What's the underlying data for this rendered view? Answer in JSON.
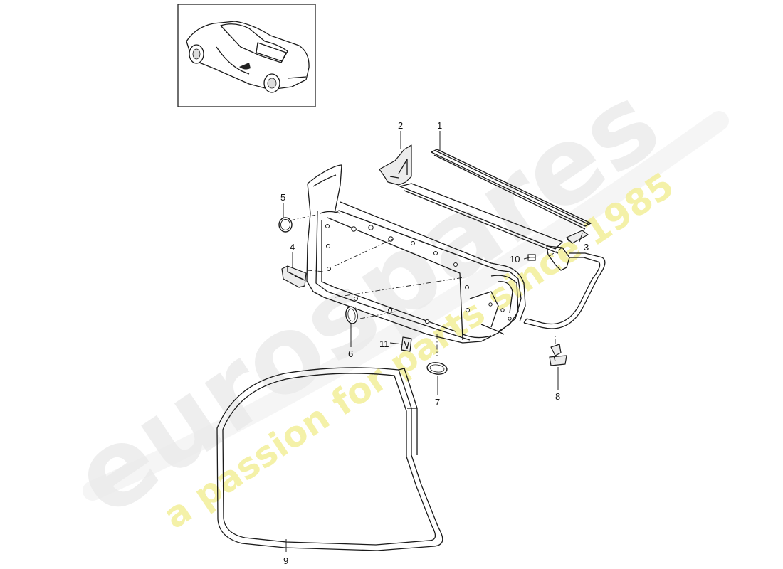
{
  "watermark": {
    "brand": "eurospares",
    "tagline": "a passion for parts since 1985",
    "brand_color": "#e9e9e9",
    "tagline_color": "#f3ef9a"
  },
  "callouts": [
    "1",
    "2",
    "3",
    "4",
    "5",
    "6",
    "7",
    "8",
    "9",
    "10",
    "11"
  ]
}
